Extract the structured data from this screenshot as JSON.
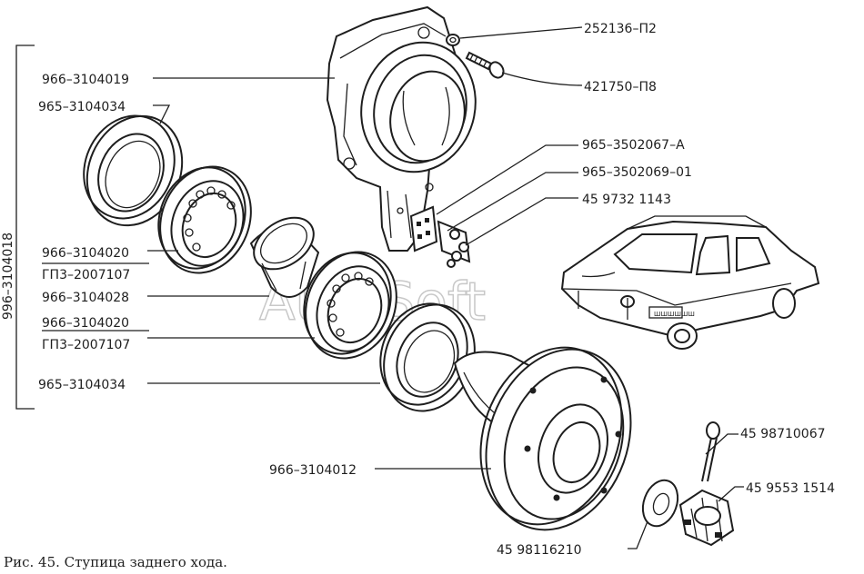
{
  "labels": {
    "bolt_washer": "252136–П2",
    "bolt": "421750–П8",
    "hub_body": "966–3104019",
    "seal_upper": "965–3104034",
    "bearing_upper_a": "966–3104020",
    "bearing_upper_b": "ГП3–2007107",
    "spacer": "966–3104028",
    "bearing_lower_a": "966–3104020",
    "bearing_lower_b": "ГП3–2007107",
    "seal_lower": "965–3104034",
    "hub_flange": "966–3104012",
    "plate": "965–3502067–А",
    "plate_bolt": "965–3502069–01",
    "plate_nut": "45 9732 1143",
    "cotter_pin": "45 98710067",
    "castle_nut": "45 9553 1514",
    "washer": "45 98116210",
    "assembly": "996–3104018"
  },
  "caption": "Рис. 45. Ступица заднего хода.",
  "watermark": "AutoSoft",
  "car_plate": "ШШШШШШ",
  "colors": {
    "ink": "#1e1e1e",
    "watermark": "#c8c8c8",
    "background": "#ffffff"
  }
}
